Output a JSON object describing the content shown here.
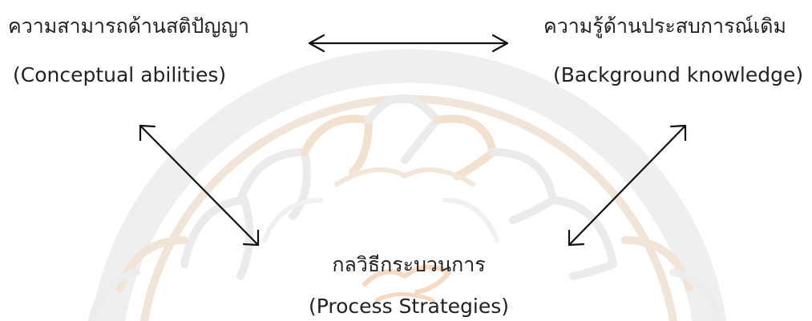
{
  "diagram": {
    "nodes": {
      "conceptual": {
        "thai": "ความสามารถด้านสติปัญญา",
        "english": "(Conceptual abilities)"
      },
      "background": {
        "thai": "ความรู้ด้านประสบการณ์เดิม",
        "english": "(Background knowledge)"
      },
      "process": {
        "thai": "กลวิธีกระบวนการ",
        "english": "(Process Strategies)"
      }
    },
    "relations": [
      {
        "from": "conceptual",
        "to": "background",
        "type": "bidirectional"
      },
      {
        "from": "conceptual",
        "to": "process",
        "type": "bidirectional"
      },
      {
        "from": "background",
        "to": "process",
        "type": "bidirectional"
      }
    ]
  },
  "colors": {
    "text": "#222222",
    "arrow": "#111111",
    "watermark_gray": "#ececec",
    "watermark_orange": "#f6dcc6"
  },
  "icons": {
    "watermark": "university-seal-watermark"
  }
}
